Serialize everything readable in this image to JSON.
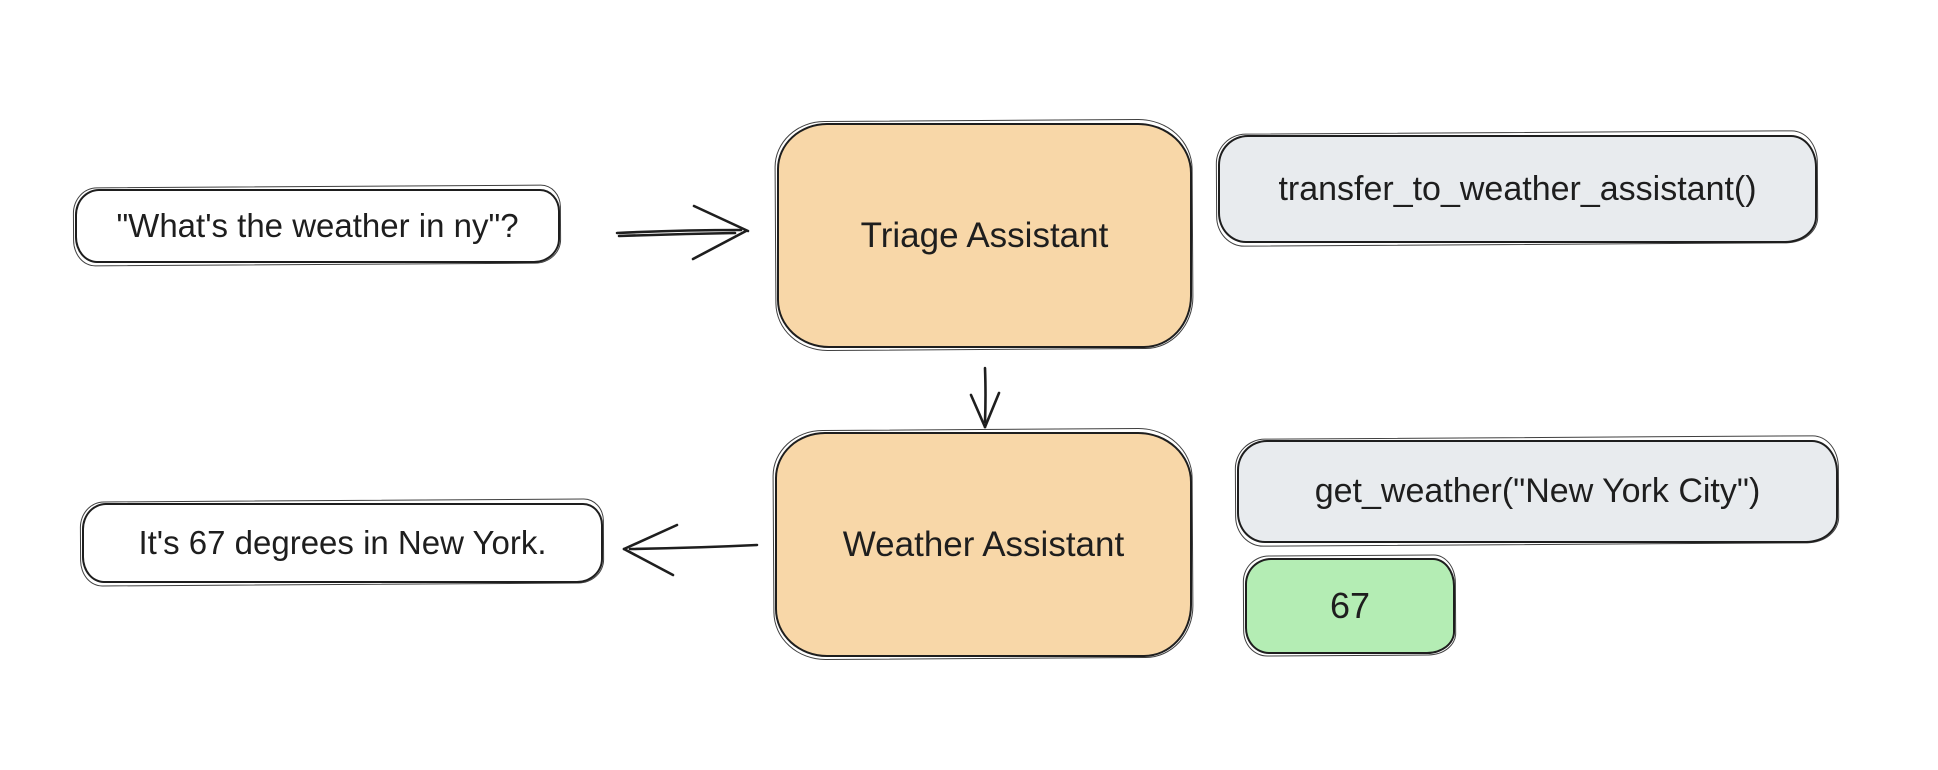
{
  "diagram": {
    "title": "agent-handoff-flow",
    "user_query": "\"What's the weather in ny\"?",
    "triage_assistant_label": "Triage Assistant",
    "transfer_call": "transfer_to_weather_assistant()",
    "weather_assistant_label": "Weather Assistant",
    "get_weather_call": "get_weather(\"New York City\")",
    "tool_result": "67",
    "final_response": "It's 67 degrees in New York."
  },
  "colors": {
    "background": "#ffffff",
    "stroke": "#1e1e1e",
    "assistant_fill": "#f8d7a8",
    "code_fill": "#e8ebee",
    "result_fill": "#b4edb4"
  }
}
